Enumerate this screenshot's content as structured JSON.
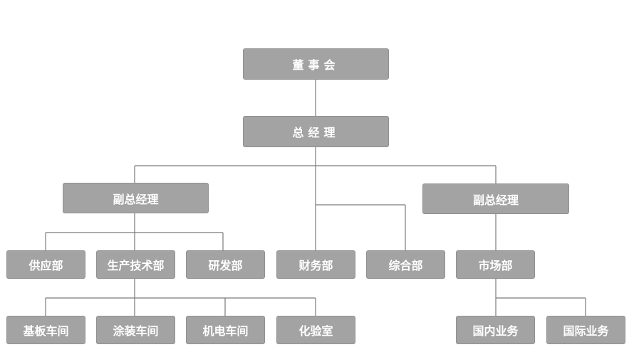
{
  "org": {
    "board": "董事会",
    "ceo": "总经理",
    "vp_left": "副总经理",
    "vp_right": "副总经理",
    "departments": {
      "supply": "供应部",
      "production": "生产技术部",
      "rnd": "研发部",
      "finance": "财务部",
      "general": "综合部",
      "market": "市场部"
    },
    "workshops": {
      "substrate": "基板车间",
      "coating": "涂装车间",
      "mechatronic": "机电车间",
      "lab": "化验室"
    },
    "business": {
      "domestic": "国内业务",
      "international": "国际业务"
    }
  }
}
